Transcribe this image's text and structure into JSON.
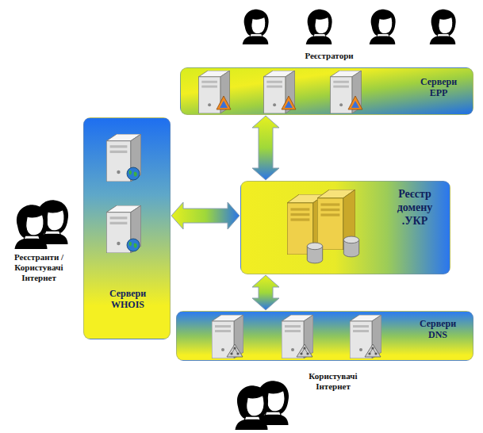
{
  "diagram": {
    "nodes": [
      {
        "text": [
          "Сервери EPP"
        ]
      },
      {
        "text": [
          "Сервери WHOIS"
        ]
      },
      {
        "text": [
          "Реєстр домену .УКР"
        ]
      },
      {
        "text": [
          "Сервери DNS"
        ]
      }
    ],
    "edges": [
      {
        "from": 0,
        "to": 2,
        "arrow": "both"
      },
      {
        "from": 1,
        "to": 2,
        "arrow": "both"
      },
      {
        "from": 2,
        "to": 3,
        "arrow": "both"
      }
    ],
    "labels": [
      "Реєстратори",
      "Реєстранти / Користувачі Інтернет",
      "Користувачі Інтернет"
    ]
  }
}
